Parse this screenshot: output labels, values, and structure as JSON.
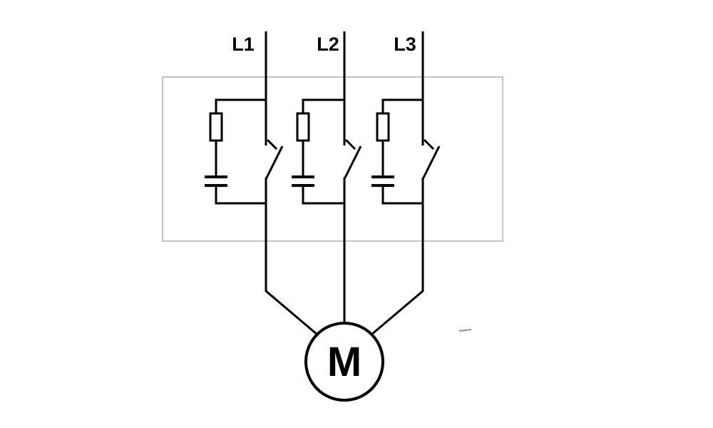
{
  "diagram": {
    "type": "electrical-schematic",
    "description": "Three-phase supply (L1, L2, L3) feeding a motor; each phase has a resistor-capacitor snubber branch in parallel with a normally-open contactor contact inside a dashed enclosure",
    "phases": [
      {
        "label": "L1"
      },
      {
        "label": "L2"
      },
      {
        "label": "L3"
      }
    ],
    "motor_label": "M",
    "components_per_phase": [
      "resistor",
      "capacitor",
      "normally-open-contact"
    ],
    "load": "motor",
    "colors": {
      "wire": "#000000",
      "enclosure_border": "#b0b0b0",
      "background": "#ffffff"
    }
  }
}
